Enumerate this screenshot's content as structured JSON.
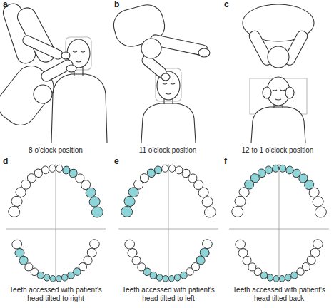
{
  "diagram": {
    "labels": [
      "a",
      "b",
      "c",
      "8 o'clock position",
      "11 o'clock position",
      "12 to 1 o'clock position",
      "d",
      "e",
      "f",
      "Teeth accessed with patient's head tilted to right",
      "Teeth accessed with patient's head tilted to left",
      "Teeth accessed with patient's head tilted back"
    ]
  }
}
